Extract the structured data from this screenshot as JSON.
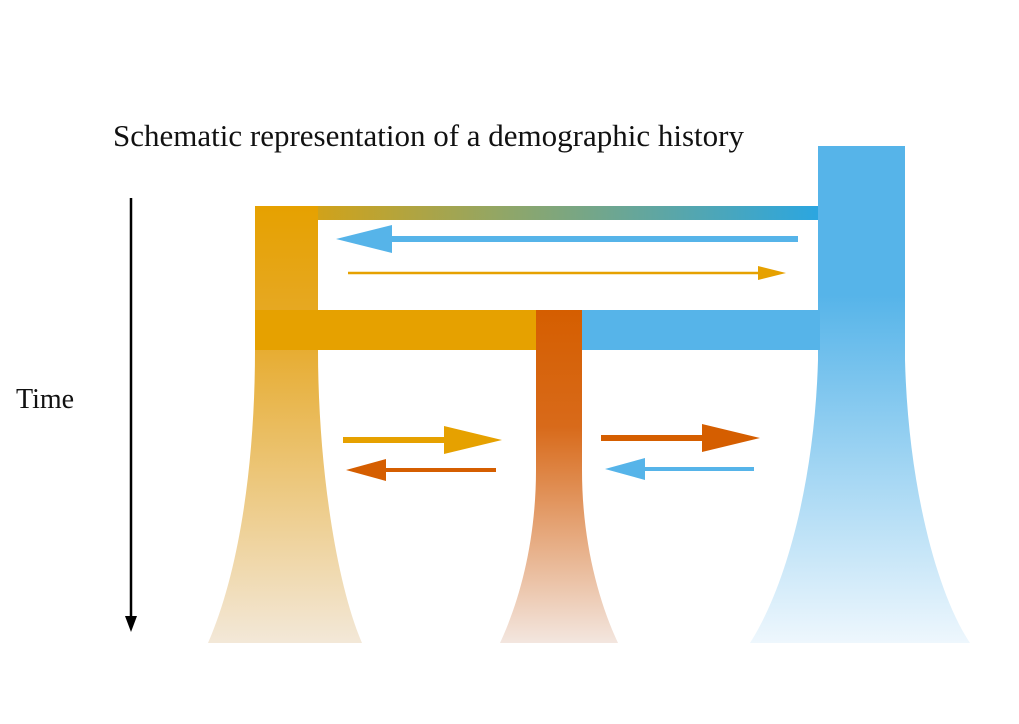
{
  "title": "Schematic representation of a demographic history",
  "time_axis": {
    "label": "Time",
    "direction": "down"
  },
  "colors": {
    "population_left": "#e6a100",
    "population_middle": "#d55e00",
    "population_right": "#56b4e9",
    "axis": "#000000"
  },
  "populations": [
    {
      "id": "left",
      "color": "#e6a100"
    },
    {
      "id": "middle",
      "color": "#d55e00"
    },
    {
      "id": "right",
      "color": "#56b4e9"
    }
  ],
  "migrations": [
    {
      "from": "right",
      "to": "left",
      "period": "ancestral"
    },
    {
      "from": "left",
      "to": "right",
      "period": "ancestral"
    },
    {
      "from": "left",
      "to": "middle",
      "period": "recent"
    },
    {
      "from": "middle",
      "to": "left",
      "period": "recent"
    },
    {
      "from": "middle",
      "to": "right",
      "period": "recent"
    },
    {
      "from": "right",
      "to": "middle",
      "period": "recent"
    }
  ]
}
